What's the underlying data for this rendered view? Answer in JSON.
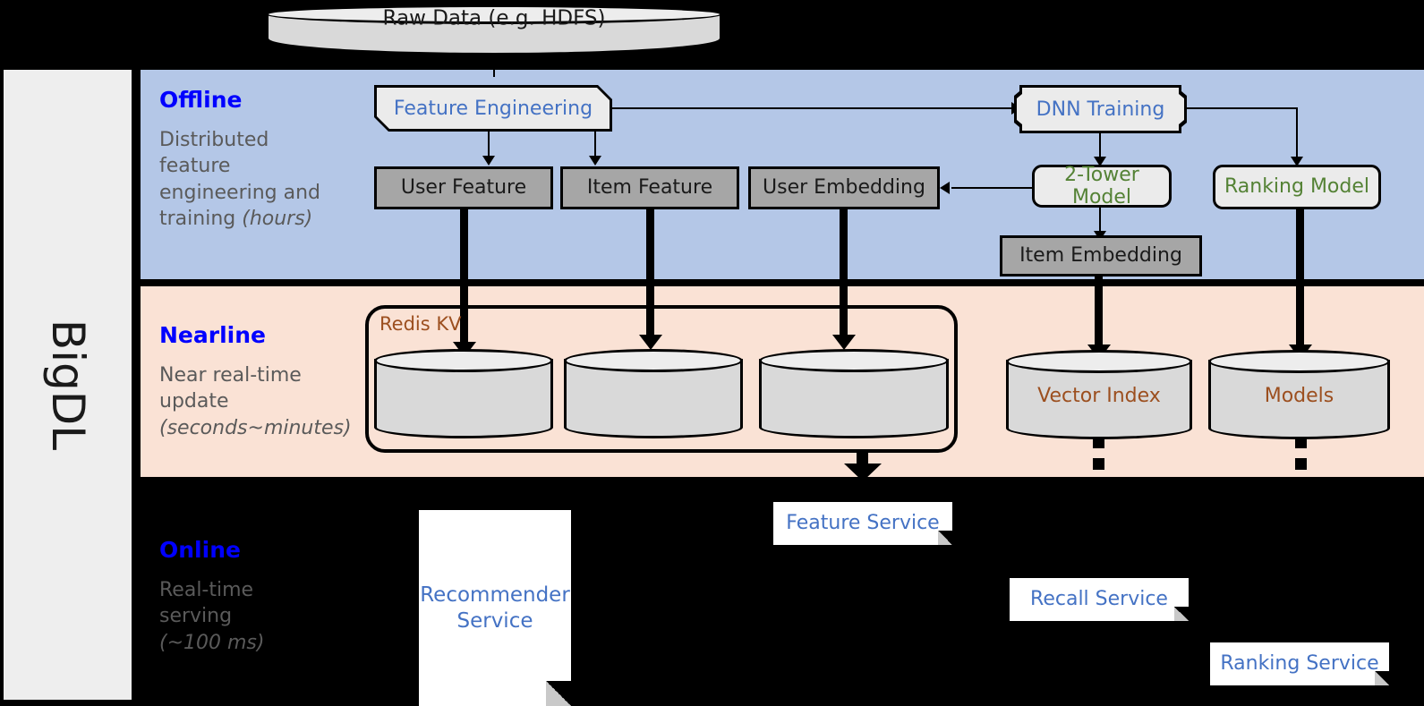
{
  "framework": {
    "name": "BigDL"
  },
  "sections": [
    {
      "id": "offline",
      "title": "Offline",
      "desc_line1": "Distributed",
      "desc_line2": "feature",
      "desc_line3": "engineering and",
      "desc_line4": "training ",
      "desc_em": "(hours)",
      "bg": "#b4c7e7"
    },
    {
      "id": "nearline",
      "title": "Nearline",
      "desc_line1": "Near real-time",
      "desc_line2": "update",
      "desc_line3": "",
      "desc_line4": "",
      "desc_em": "(seconds~minutes)",
      "bg": "#fae2d5"
    },
    {
      "id": "online",
      "title": "Online",
      "desc_line1": "Real-time",
      "desc_line2": "serving",
      "desc_line3": "",
      "desc_line4": "",
      "desc_em": "(~100 ms)",
      "bg": "#000000"
    }
  ],
  "nodes": {
    "raw_data": "Raw Data (e.g. HDFS)",
    "feature_engineering": "Feature Engineering",
    "dnn_training": "DNN Training",
    "user_feature": "User Feature",
    "item_feature": "Item Feature",
    "user_embedding": "User Embedding",
    "item_embedding": "Item Embedding",
    "two_tower_model": "2-Tower Model",
    "ranking_model": "Ranking Model",
    "redis_kv": "Redis KV",
    "vector_index": "Vector Index",
    "models": "Models",
    "recommender_service": "Recommender Service",
    "feature_service": "Feature Service",
    "recall_service": "Recall Service",
    "ranking_service": "Ranking Service"
  },
  "colors": {
    "offline_bg": "#b4c7e7",
    "nearline_bg": "#fae2d5",
    "online_bg": "#000000",
    "section_title": "#0000ff",
    "section_desc": "#5a5a5a",
    "blue_text": "#4472c4",
    "green_text": "#548235",
    "brown_text": "#9c4f1f",
    "grey_box": "#a6a6a6",
    "light_box": "#ebebeb",
    "cylinder": "#d9d9d9",
    "rail_bg": "#eeeeee"
  }
}
